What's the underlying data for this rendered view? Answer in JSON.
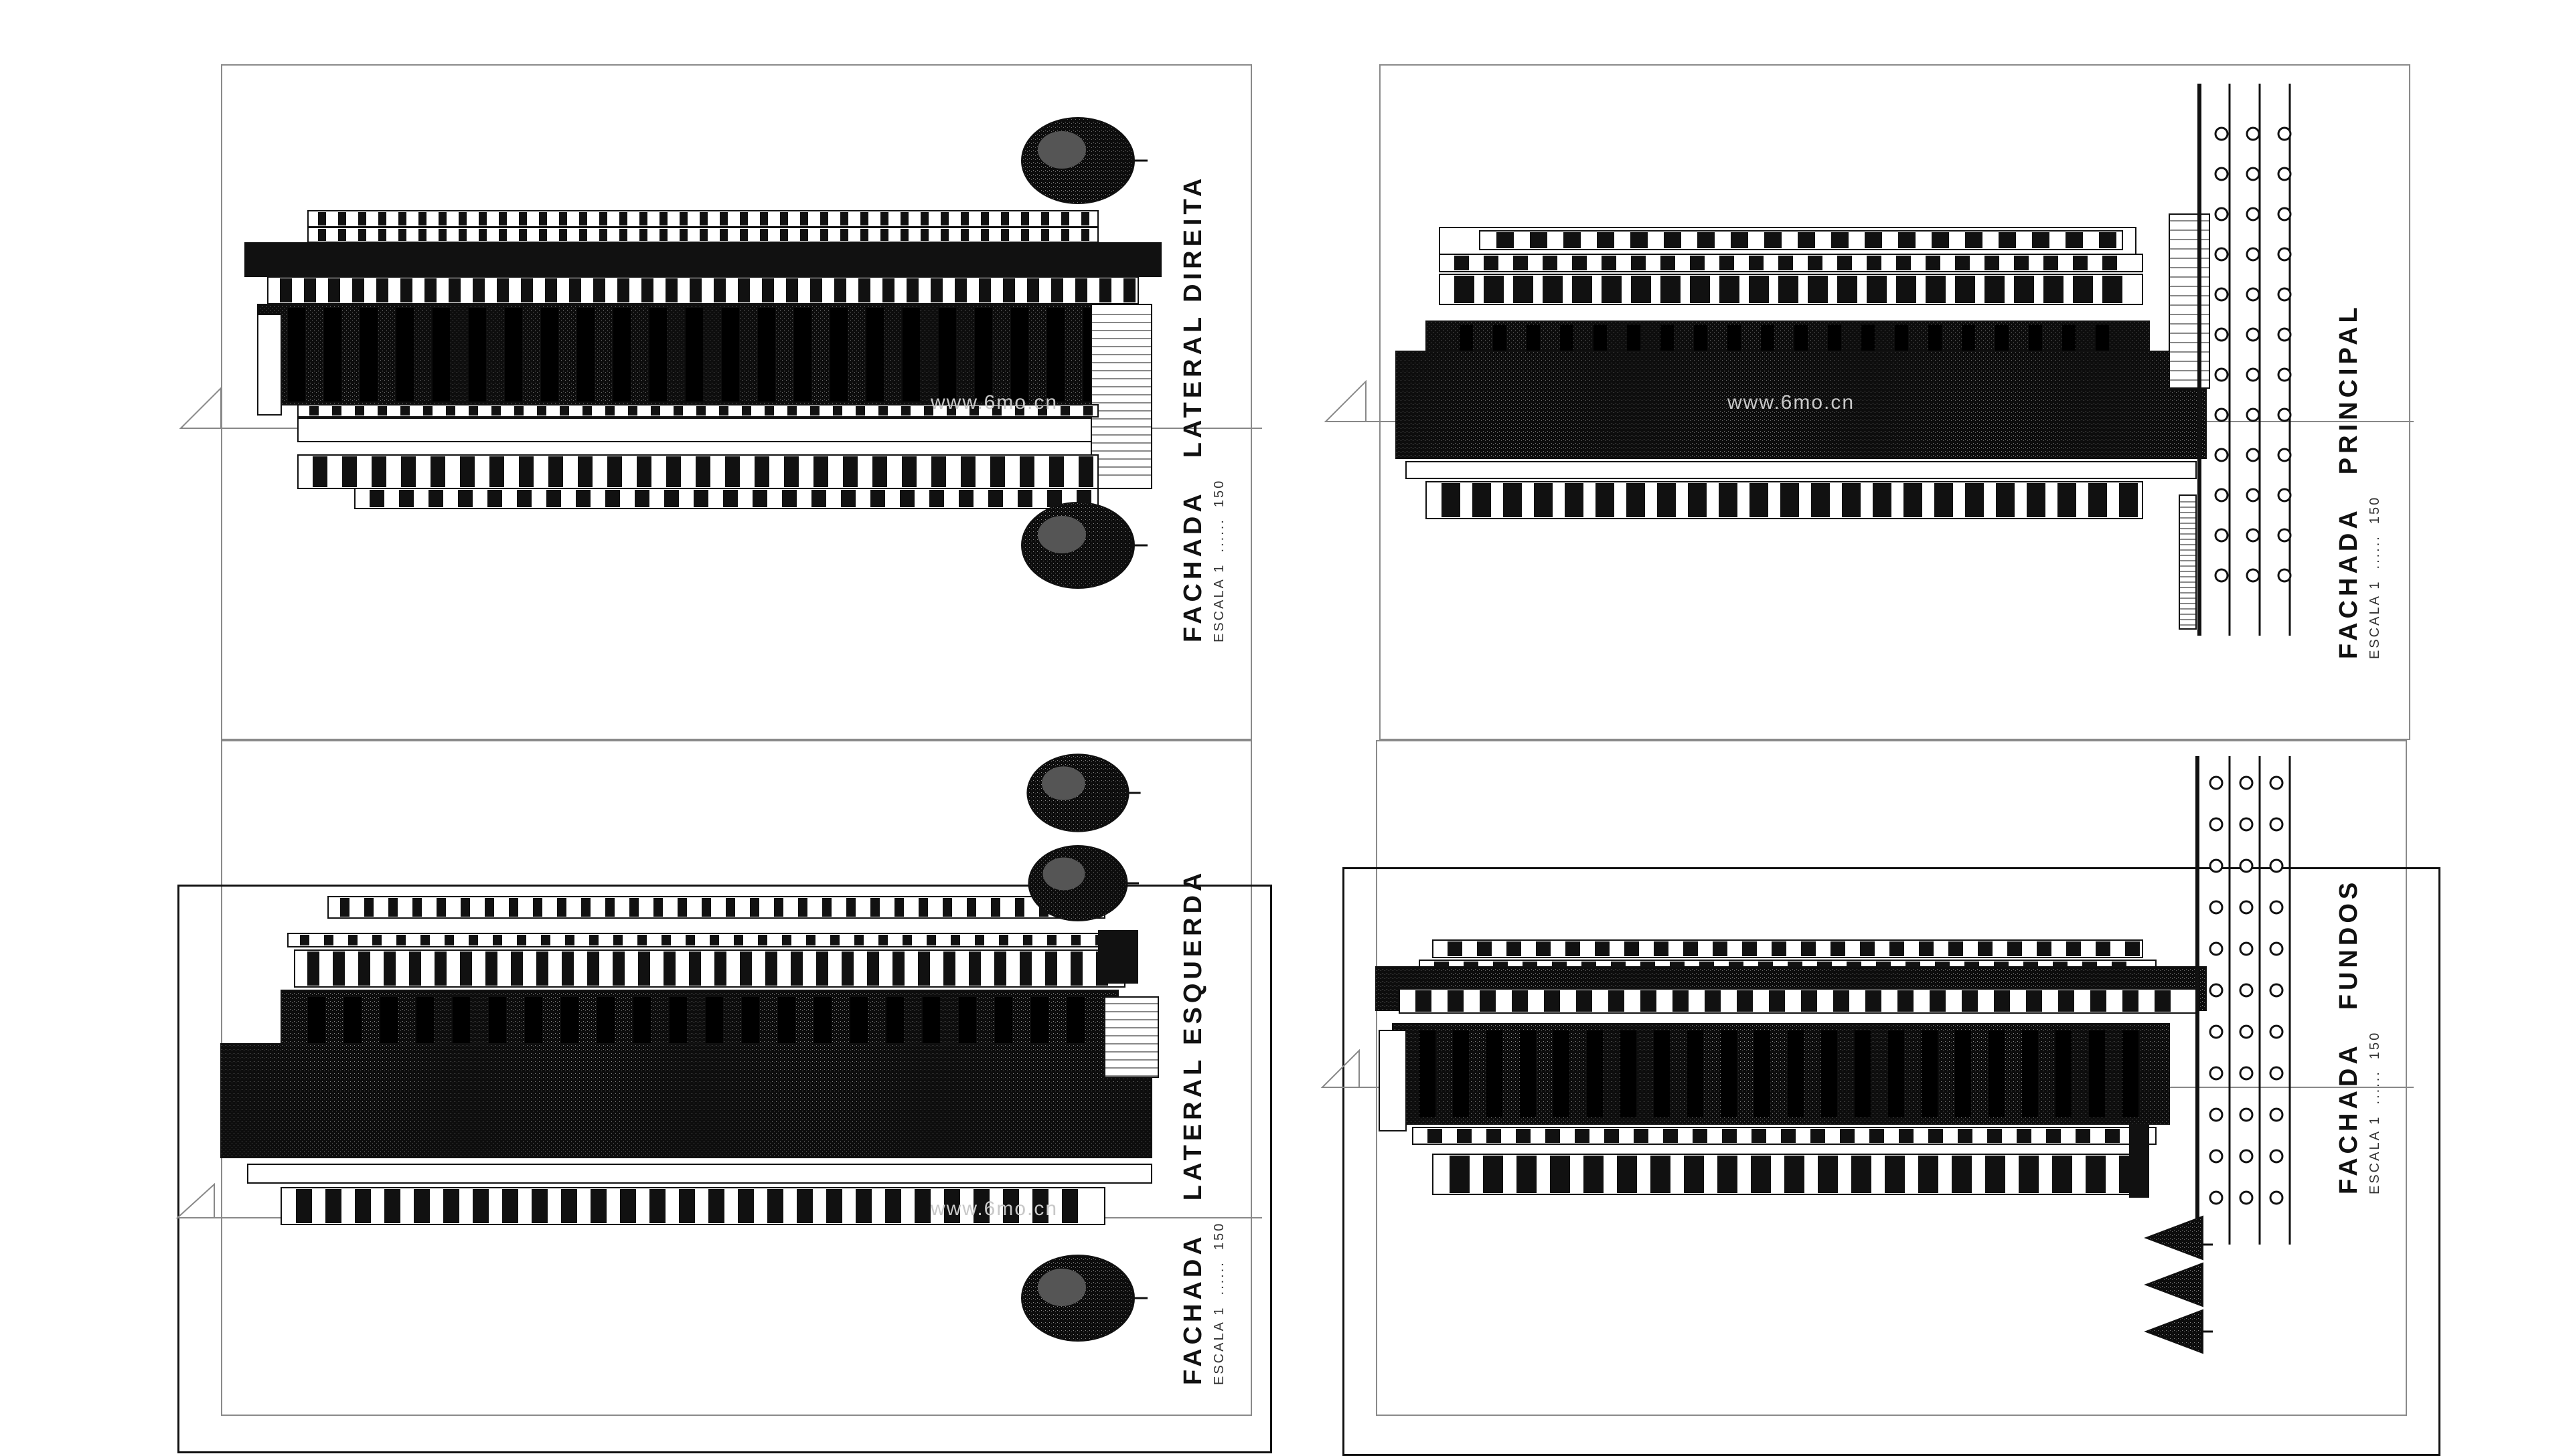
{
  "drawings": [
    {
      "id": "fachada-lateral-direita",
      "title_1": "FACHADA",
      "title_2": "LATERAL DIREITA",
      "scale_label": "ESCALA 1",
      "scale_dots": "......",
      "scale_value": "150"
    },
    {
      "id": "fachada-principal",
      "title_1": "FACHADA",
      "title_2": "PRINCIPAL",
      "scale_label": "ESCALA 1",
      "scale_dots": "......",
      "scale_value": "150"
    },
    {
      "id": "fachada-lateral-esquerda",
      "title_1": "FACHADA",
      "title_2": "LATERAL ESQUERDA",
      "scale_label": "ESCALA 1",
      "scale_dots": "......",
      "scale_value": "150"
    },
    {
      "id": "fachada-fundos",
      "title_1": "FACHADA",
      "title_2": "FUNDOS",
      "scale_label": "ESCALA 1",
      "scale_dots": "......",
      "scale_value": "150"
    }
  ],
  "watermark": {
    "text": "www.6mo.cn"
  },
  "colors": {
    "ink": "#111111",
    "sheet_border": "#8a8a8a",
    "watermark": "#c8c8c8"
  }
}
